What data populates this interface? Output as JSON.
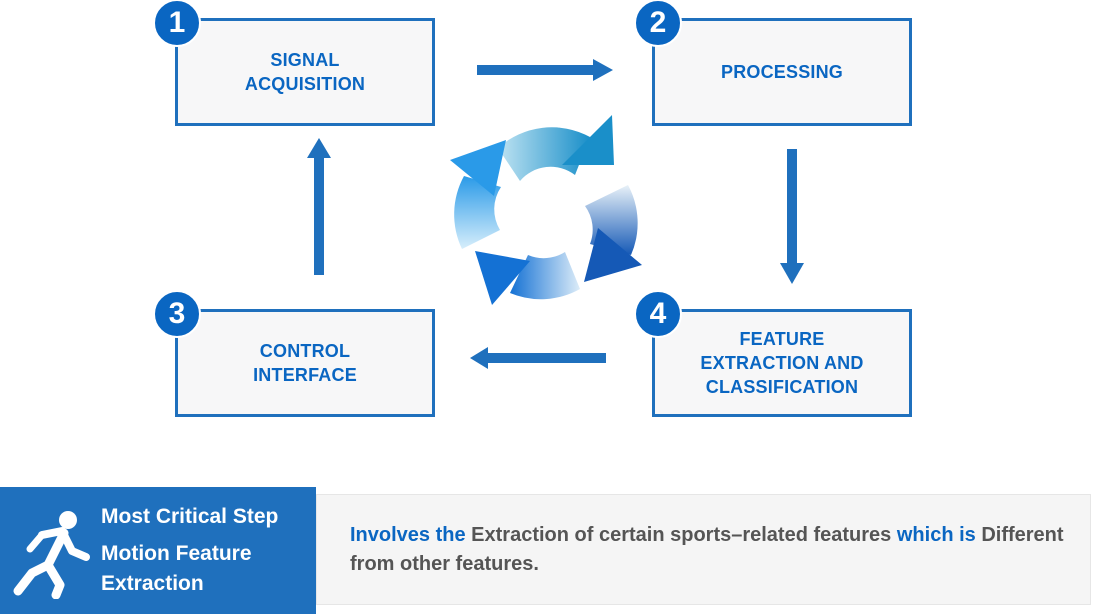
{
  "steps": [
    {
      "number": "1",
      "label": "Signal\nAcquisition"
    },
    {
      "number": "2",
      "label": "Processing"
    },
    {
      "number": "3",
      "label": "Control\nInterface"
    },
    {
      "number": "4",
      "label": "Feature\nExtraction and\nClassification"
    }
  ],
  "critical": {
    "title": "Most Critical Step",
    "subtitle": "Motion Feature Extraction",
    "icon": "runner-icon"
  },
  "description": {
    "part1": "Involves the",
    "part2": " Extraction of certain sports–related features ",
    "part3": "which is",
    "part4": " Different from other features."
  },
  "colors": {
    "primary": "#1f70bd",
    "text_blue": "#0a66c2",
    "box_fill": "#f7f7f8",
    "description_text": "#555555"
  }
}
